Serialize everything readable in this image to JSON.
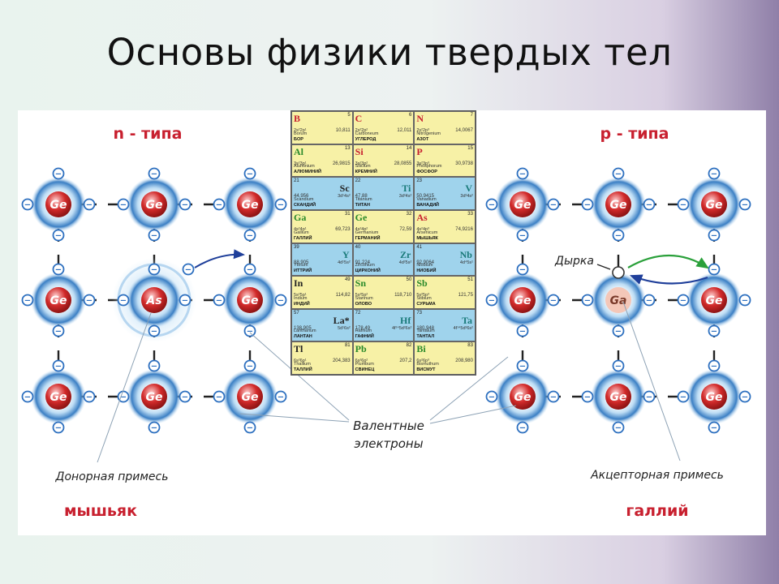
{
  "slide": {
    "title": "Основы физики твердых тел"
  },
  "labels": {
    "n_type": "n - типа",
    "p_type": "p - типа",
    "valence_line1": "Валентные",
    "valence_line2": "электроны",
    "donor": "Донорная примесь",
    "acceptor": "Акцепторная примесь",
    "arsenic": "мышьяк",
    "gallium": "галлий",
    "hole": "Дырка"
  },
  "atoms": {
    "host": "Ge",
    "donor": "As",
    "acceptor": "Ga",
    "electron": "−"
  },
  "colors": {
    "heading_red": "#c8202f",
    "atom_red": "#d22a2a",
    "electron_blue": "#2c6fbf",
    "arrow_blue": "#1f3f9a",
    "arrow_green": "#2aa03a",
    "pt_yellow": "#f7f1a6",
    "pt_blue": "#9fd3ec"
  },
  "periodic_table": [
    {
      "sym": "B",
      "num": "5",
      "mass": "10,811",
      "cfg": "2s²2p¹",
      "name": "Borum",
      "ru": "БОР",
      "bg": "y",
      "side": "l",
      "color": "#c8202f"
    },
    {
      "sym": "C",
      "num": "6",
      "mass": "12,011",
      "cfg": "2s²2p²",
      "name": "Carboneum",
      "ru": "УГЛЕРОД",
      "bg": "y",
      "side": "l",
      "color": "#c8202f"
    },
    {
      "sym": "N",
      "num": "7",
      "mass": "14,0067",
      "cfg": "2s²2p³",
      "name": "Nitrogenium",
      "ru": "АЗОТ",
      "bg": "y",
      "side": "l",
      "color": "#c8202f"
    },
    {
      "sym": "Al",
      "num": "13",
      "mass": "26,9815",
      "cfg": "3s²3p¹",
      "name": "Aluminium",
      "ru": "АЛЮМИНИЙ",
      "bg": "y",
      "side": "l",
      "color": "#2a8a2a"
    },
    {
      "sym": "Si",
      "num": "14",
      "mass": "28,0855",
      "cfg": "3s²3p²",
      "name": "Silicium",
      "ru": "КРЕМНИЙ",
      "bg": "y",
      "side": "l",
      "color": "#c8202f"
    },
    {
      "sym": "P",
      "num": "15",
      "mass": "30,9738",
      "cfg": "3s²3p³",
      "name": "Phosphorum",
      "ru": "ФОСФОР",
      "bg": "y",
      "side": "l",
      "color": "#c8202f"
    },
    {
      "sym": "Sc",
      "num": "21",
      "mass": "44,956",
      "cfg": "3d¹4s²",
      "name": "Scandium",
      "ru": "СКАНДИЙ",
      "bg": "b",
      "side": "r",
      "color": "#222"
    },
    {
      "sym": "Ti",
      "num": "22",
      "mass": "47,88",
      "cfg": "3d²4s²",
      "name": "Titanium",
      "ru": "ТИТАН",
      "bg": "b",
      "side": "r",
      "color": "#1a7a7a"
    },
    {
      "sym": "V",
      "num": "23",
      "mass": "50,9415",
      "cfg": "3d³4s²",
      "name": "Vanadium",
      "ru": "ВАНАДИЙ",
      "bg": "b",
      "side": "r",
      "color": "#1a7a7a"
    },
    {
      "sym": "Ga",
      "num": "31",
      "mass": "69,723",
      "cfg": "4s²4p¹",
      "name": "Gallium",
      "ru": "ГАЛЛИЙ",
      "bg": "y",
      "side": "l",
      "color": "#2a8a2a"
    },
    {
      "sym": "Ge",
      "num": "32",
      "mass": "72,59",
      "cfg": "4s²4p²",
      "name": "Germanium",
      "ru": "ГЕРМАНИЙ",
      "bg": "y",
      "side": "l",
      "color": "#2a8a2a"
    },
    {
      "sym": "As",
      "num": "33",
      "mass": "74,9216",
      "cfg": "4s²4p³",
      "name": "Arsenicum",
      "ru": "МЫШЬЯК",
      "bg": "y",
      "side": "l",
      "color": "#c8202f"
    },
    {
      "sym": "Y",
      "num": "39",
      "mass": "88,905",
      "cfg": "4d¹5s²",
      "name": "Yttrium",
      "ru": "ИТТРИЙ",
      "bg": "b",
      "side": "r",
      "color": "#1a7a7a"
    },
    {
      "sym": "Zr",
      "num": "40",
      "mass": "91,224",
      "cfg": "4d²5s²",
      "name": "Zirconium",
      "ru": "ЦИРКОНИЙ",
      "bg": "b",
      "side": "r",
      "color": "#1a7a7a"
    },
    {
      "sym": "Nb",
      "num": "41",
      "mass": "92,9064",
      "cfg": "4d⁴5s¹",
      "name": "Niobium",
      "ru": "НИОБИЙ",
      "bg": "b",
      "side": "r",
      "color": "#1a7a7a"
    },
    {
      "sym": "In",
      "num": "49",
      "mass": "114,82",
      "cfg": "5s²5p¹",
      "name": "Indium",
      "ru": "ИНДИЙ",
      "bg": "y",
      "side": "l",
      "color": "#222"
    },
    {
      "sym": "Sn",
      "num": "50",
      "mass": "118,710",
      "cfg": "5s²5p²",
      "name": "Stannum",
      "ru": "ОЛОВО",
      "bg": "y",
      "side": "l",
      "color": "#2a8a2a"
    },
    {
      "sym": "Sb",
      "num": "51",
      "mass": "121,75",
      "cfg": "5s²5p³",
      "name": "Stibium",
      "ru": "СУРЬМА",
      "bg": "y",
      "side": "l",
      "color": "#2a8a2a"
    },
    {
      "sym": "La*",
      "num": "57",
      "mass": "138,905",
      "cfg": "5d¹6s²",
      "name": "Lanthanum",
      "ru": "ЛАНТАН",
      "bg": "b",
      "side": "r",
      "color": "#222"
    },
    {
      "sym": "Hf",
      "num": "72",
      "mass": "178,49",
      "cfg": "4f¹⁴5d²6s²",
      "name": "Hafnium",
      "ru": "ГАФНИЙ",
      "bg": "b",
      "side": "r",
      "color": "#1a7a7a"
    },
    {
      "sym": "Ta",
      "num": "73",
      "mass": "180,948",
      "cfg": "4f¹⁴5d³6s²",
      "name": "Tantalum",
      "ru": "ТАНТАЛ",
      "bg": "b",
      "side": "r",
      "color": "#1a7a7a"
    },
    {
      "sym": "Tl",
      "num": "81",
      "mass": "204,383",
      "cfg": "6s²6p¹",
      "name": "Thallium",
      "ru": "ТАЛЛИЙ",
      "bg": "y",
      "side": "l",
      "color": "#222"
    },
    {
      "sym": "Pb",
      "num": "82",
      "mass": "207,2",
      "cfg": "6s²6p²",
      "name": "Plumbum",
      "ru": "СВИНЕЦ",
      "bg": "y",
      "side": "l",
      "color": "#2a8a2a"
    },
    {
      "sym": "Bi",
      "num": "83",
      "mass": "208,980",
      "cfg": "6s²6p³",
      "name": "Bismuthum",
      "ru": "ВИСМУТ",
      "bg": "y",
      "side": "l",
      "color": "#2a8a2a"
    }
  ]
}
